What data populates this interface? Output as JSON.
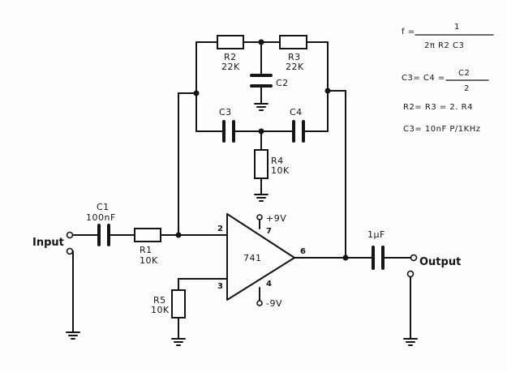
{
  "labels": {
    "input": "Input",
    "output": "Output",
    "c1_name": "C1",
    "c1_value": "100nF",
    "r1_name": "R1",
    "r1_value": "10K",
    "r2_name": "R2",
    "r2_value": "22K",
    "r3_name": "R3",
    "r3_value": "22K",
    "c2_name": "C2",
    "c3_name": "C3",
    "c4_name": "C4",
    "r4_name": "R4",
    "r4_value": "10K",
    "r5_name": "R5",
    "r5_value": "10K",
    "opamp": "741",
    "vpos": "+9V",
    "vneg": "-9V",
    "pin2": "2",
    "pin3": "3",
    "pin4": "4",
    "pin6": "6",
    "pin7": "7",
    "out_cap": "1µF"
  },
  "formulas": {
    "f_lhs": "f =",
    "f_num": "1",
    "f_den": "2π  R2  C3",
    "c3c4_lhs": "C3= C4 =",
    "c3c4_num": "C2",
    "c3c4_den": "2",
    "r2r3": "R2= R3 = 2. R4",
    "c3_note": "C3= 10nF P/1KHz"
  }
}
